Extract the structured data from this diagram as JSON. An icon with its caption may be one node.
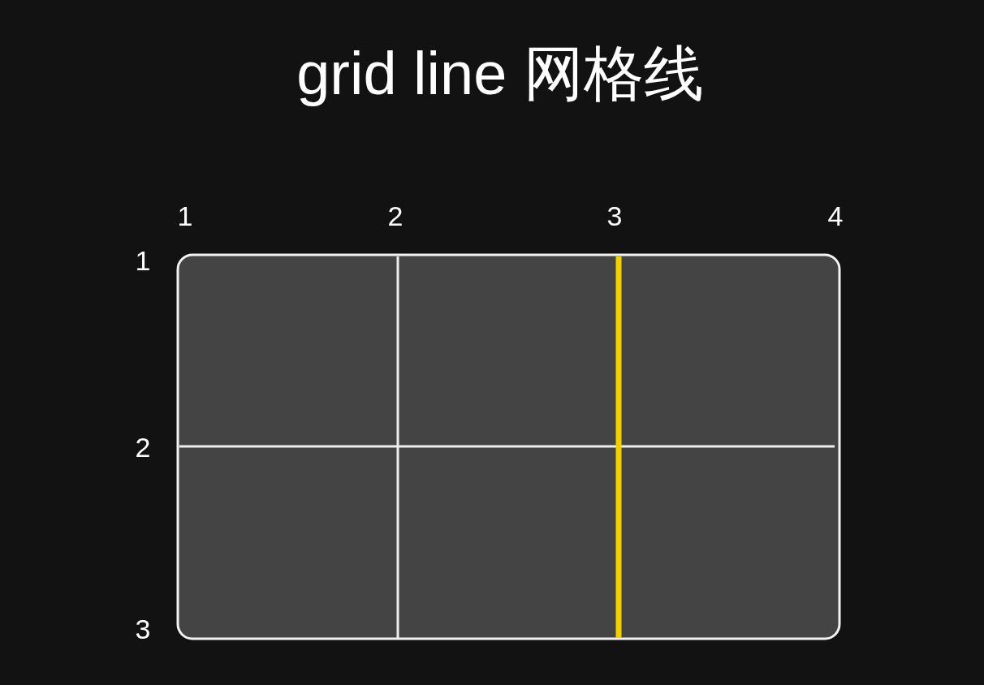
{
  "diagram": {
    "title": "grid line 网格线",
    "labels": [
      "1",
      "2",
      "3",
      "4",
      "1",
      "2",
      "3"
    ]
  }
}
